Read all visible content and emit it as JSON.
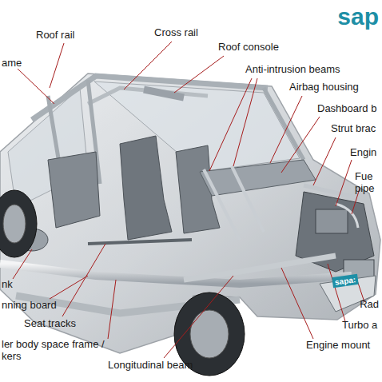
{
  "diagram": {
    "labels": [
      "sap",
      "Roof rail",
      "Cross rail",
      "Roof console",
      "ame",
      "Anti-intrusion beams",
      "Airbag housing",
      "Dashboard b",
      "Strut brac",
      "Engin",
      "Fue pipe",
      "nk",
      "nning board",
      "Rad",
      "Seat tracks",
      "Turbo a",
      "ler body space frame / kers",
      "Engine mount",
      "Longitudinal beam",
      "sapa:"
    ]
  }
}
